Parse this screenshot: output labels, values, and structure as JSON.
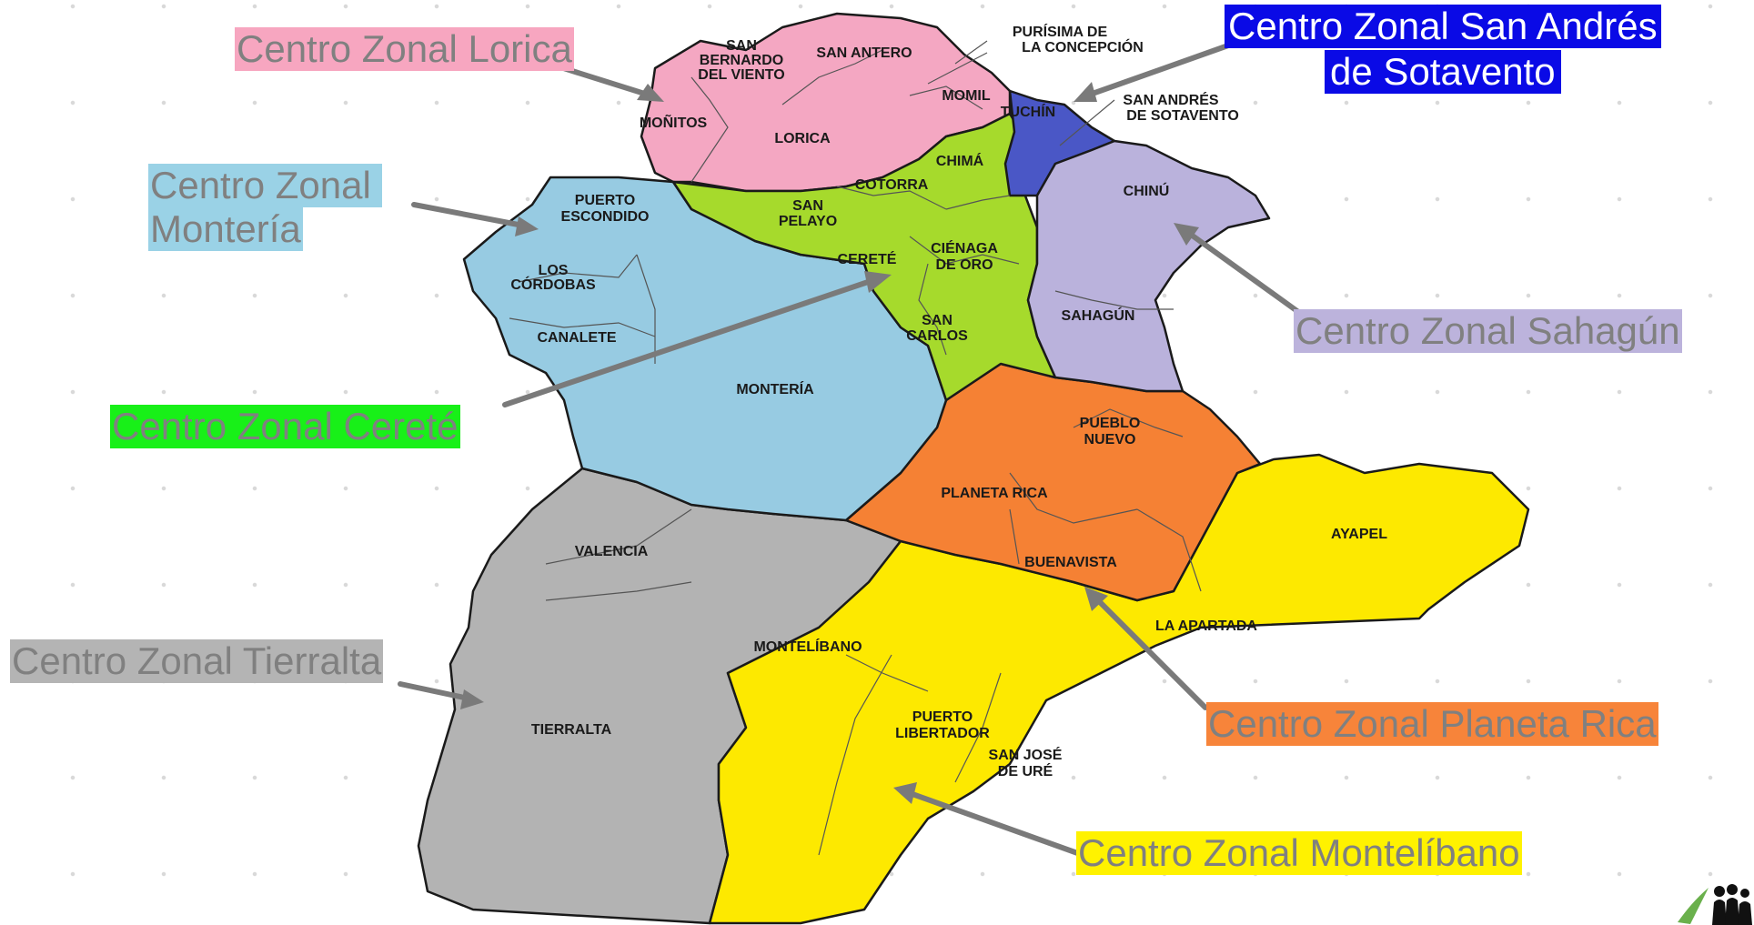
{
  "zones": {
    "lorica": {
      "label": "Centro Zonal Lorica",
      "color": "#f7a6c0"
    },
    "san_andres": {
      "label_line1": "Centro Zonal San Andrés",
      "label_line2": "de Sotavento",
      "color": "#0a0ae6"
    },
    "monteria": {
      "label_line1": "Centro Zonal",
      "label_line2": "Montería",
      "color": "#9ad2e6"
    },
    "cerete": {
      "label": "Centro Zonal Cereté",
      "color": "#18f018"
    },
    "sahagun": {
      "label": "Centro Zonal Sahagún",
      "color": "#bcb3dc"
    },
    "tierralta": {
      "label": "Centro Zonal Tierralta",
      "color": "#b4b4b4"
    },
    "planeta_rica": {
      "label": "Centro Zonal Planeta Rica",
      "color": "#f7843a"
    },
    "montelibano": {
      "label": "Centro Zonal Montelíbano",
      "color": "#fff200"
    }
  },
  "map_colors": {
    "lorica": "#f4a7c2",
    "san_andres": "#4a57c6",
    "monteria": "#97cbe2",
    "cerete": "#a6da2c",
    "sahagun": "#bab2dc",
    "tierralta": "#b3b3b3",
    "planeta_rica": "#f58134",
    "montelibano": "#fde900"
  },
  "municipalities": {
    "san_bernardo_1": "SAN",
    "san_bernardo_2": "BERNARDO",
    "san_bernardo_3": "DEL VIENTO",
    "san_antero": "SAN ANTERO",
    "purisima_1": "PURÍSIMA DE",
    "purisima_2": "LA CONCEPCIÓN",
    "momil": "MOMIL",
    "tuchin": "TUCHÍN",
    "san_andres_1": "SAN ANDRÉS",
    "san_andres_2": "DE SOTAVENTO",
    "monitos": "MOÑITOS",
    "lorica": "LORICA",
    "chima": "CHIMÁ",
    "cotorra": "COTORRA",
    "chinu": "CHINÚ",
    "puerto_escondido_1": "PUERTO",
    "puerto_escondido_2": "ESCONDIDO",
    "san_pelayo_1": "SAN",
    "san_pelayo_2": "PELAYO",
    "cerete": "CERETÉ",
    "cienaga_1": "CIÉNAGA",
    "cienaga_2": "DE ORO",
    "los_cordobas_1": "LOS",
    "los_cordobas_2": "CÓRDOBAS",
    "canalete": "CANALETE",
    "san_carlos_1": "SAN",
    "san_carlos_2": "CARLOS",
    "sahagun": "SAHAGÚN",
    "monteria": "MONTERÍA",
    "pueblo_nuevo_1": "PUEBLO",
    "pueblo_nuevo_2": "NUEVO",
    "planeta_rica": "PLANETA RICA",
    "ayapel": "AYAPEL",
    "valencia": "VALENCIA",
    "buenavista": "BUENAVISTA",
    "la_apartada": "LA APARTADA",
    "montelibano": "MONTELÍBANO",
    "puerto_libertador_1": "PUERTO",
    "puerto_libertador_2": "LIBERTADOR",
    "san_jose_1": "SAN JOSÉ",
    "san_jose_2": "DE URÉ",
    "tierralta": "TIERRALTA"
  },
  "logo_icon": "people-group-icon"
}
